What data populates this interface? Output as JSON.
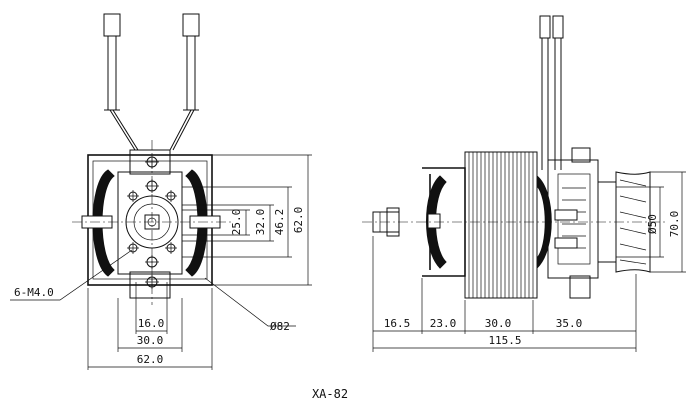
{
  "title": "XA-82",
  "front_view": {
    "dims_vertical": [
      "25.0",
      "32.0",
      "46.2",
      "62.0"
    ],
    "dims_horizontal": [
      "16.0",
      "30.0",
      "62.0"
    ],
    "hole_callout": "6-M4.0",
    "diameter_callout": "Ø82"
  },
  "side_view": {
    "dims_horizontal": [
      "16.5",
      "23.0",
      "30.0",
      "35.0"
    ],
    "overall_length": "115.5",
    "dims_vertical": [
      "Ø50",
      "70.0"
    ]
  }
}
